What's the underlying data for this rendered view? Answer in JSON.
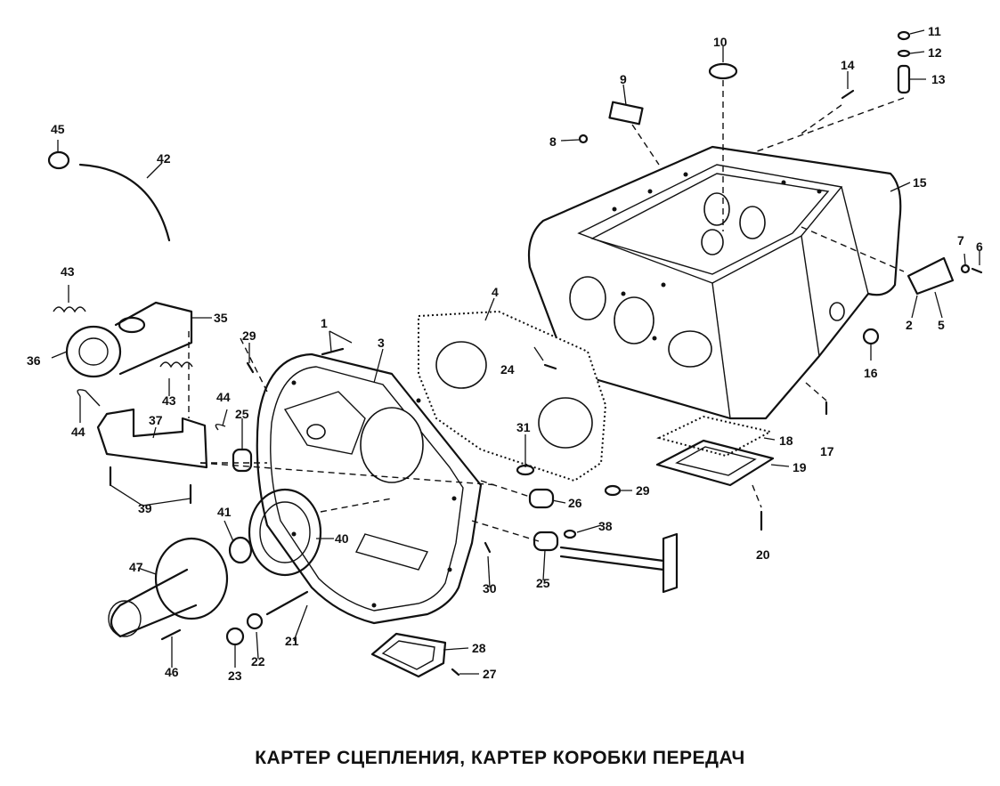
{
  "title": "КАРТЕР СЦЕПЛЕНИЯ, КАРТЕР КОРОБКИ ПЕРЕДАЧ",
  "callouts": [
    "1",
    "2",
    "3",
    "4",
    "5",
    "6",
    "7",
    "8",
    "9",
    "10",
    "11",
    "12",
    "13",
    "14",
    "15",
    "16",
    "17",
    "18",
    "19",
    "20",
    "21",
    "22",
    "23",
    "24",
    "25",
    "25",
    "26",
    "27",
    "28",
    "29",
    "29",
    "30",
    "31",
    "35",
    "36",
    "37",
    "38",
    "39",
    "40",
    "41",
    "42",
    "43",
    "43",
    "44",
    "44",
    "45",
    "46",
    "47"
  ]
}
